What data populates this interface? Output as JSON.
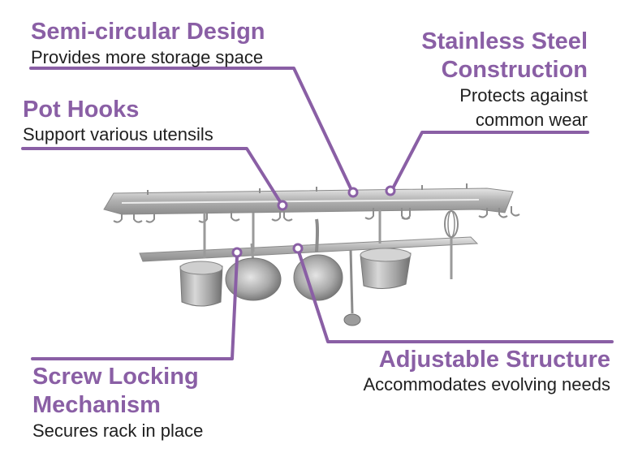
{
  "features": [
    {
      "id": "semi-circular",
      "title": "Semi-circular Design",
      "description": "Provides more storage space"
    },
    {
      "id": "stainless",
      "title_lines": [
        "Stainless Steel",
        "Construction"
      ],
      "description_lines": [
        "Protects against",
        "common wear"
      ]
    },
    {
      "id": "pot-hooks",
      "title": "Pot Hooks",
      "description": "Support various utensils"
    },
    {
      "id": "adjustable",
      "title": "Adjustable Structure",
      "description": "Accommodates evolving needs"
    },
    {
      "id": "screw-locking",
      "title_lines": [
        "Screw Locking",
        "Mechanism"
      ],
      "description": "Secures rack in place"
    }
  ],
  "colors": {
    "accent": "#8a5fa5",
    "text": "#1f1f1f",
    "steel": "#b9b9b9",
    "steel_dark": "#7a7a7a"
  }
}
